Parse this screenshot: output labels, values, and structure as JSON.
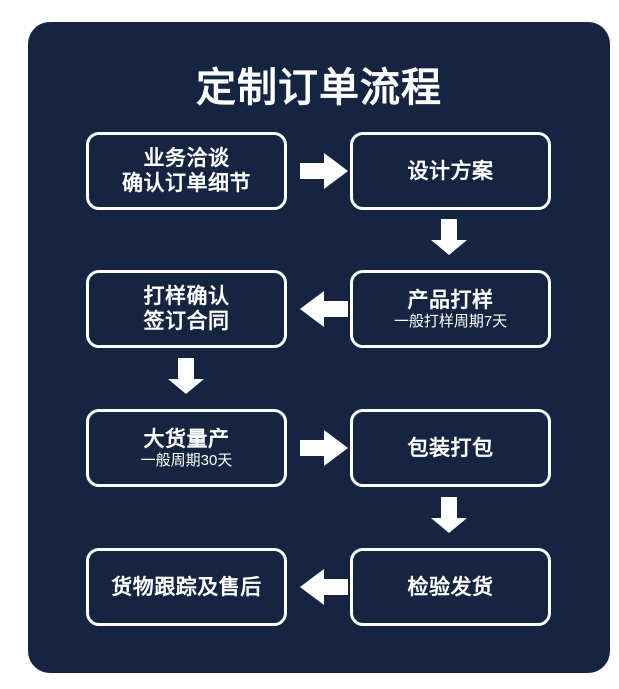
{
  "title": "定制订单流程",
  "colors": {
    "panel_background": "#152440",
    "page_background": "#ffffff",
    "stroke": "#ffffff",
    "text": "#ffffff"
  },
  "nodes": [
    {
      "id": "node-business-negotiation",
      "line1": "业务洽谈",
      "line2": "确认订单细节",
      "sub": ""
    },
    {
      "id": "node-design-proposal",
      "line1": "设计方案",
      "line2": "",
      "sub": ""
    },
    {
      "id": "node-sample-confirmation",
      "line1": "打样确认",
      "line2": "签订合同",
      "sub": ""
    },
    {
      "id": "node-product-sampling",
      "line1": "产品打样",
      "line2": "",
      "sub": "一般打样周期7天"
    },
    {
      "id": "node-mass-production",
      "line1": "大货量产",
      "line2": "",
      "sub": "一般周期30天"
    },
    {
      "id": "node-packaging",
      "line1": "包装打包",
      "line2": "",
      "sub": ""
    },
    {
      "id": "node-tracking-aftersales",
      "line1": "货物跟踪及售后",
      "line2": "",
      "sub": ""
    },
    {
      "id": "node-inspection-shipping",
      "line1": "检验发货",
      "line2": "",
      "sub": ""
    }
  ],
  "arrows": [
    {
      "id": "arrow-negotiation-to-design",
      "direction": "right"
    },
    {
      "id": "arrow-design-to-sampling",
      "direction": "down"
    },
    {
      "id": "arrow-sampling-to-confirmation",
      "direction": "left"
    },
    {
      "id": "arrow-confirmation-to-production",
      "direction": "down"
    },
    {
      "id": "arrow-production-to-packaging",
      "direction": "right"
    },
    {
      "id": "arrow-packaging-to-inspection",
      "direction": "down"
    },
    {
      "id": "arrow-inspection-to-tracking",
      "direction": "left"
    }
  ]
}
